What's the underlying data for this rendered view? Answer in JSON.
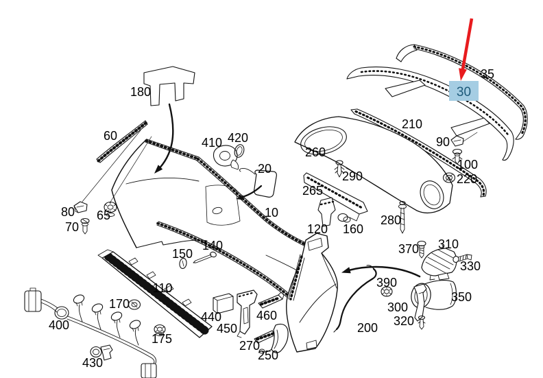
{
  "diagram": {
    "background_color": "#ffffff",
    "art_color": "#111111",
    "selection": {
      "selected_part_number": "30",
      "highlight_color": "#a5cde3",
      "highlight_text_color": "#1d5a7a",
      "arrow_color": "#e81b1e"
    },
    "part_labels": {
      "n10": "10",
      "n20": "20",
      "n30": "30",
      "n35": "35",
      "n60": "60",
      "n65": "65",
      "n70": "70",
      "n80": "80",
      "n90": "90",
      "n100": "100",
      "n110": "110",
      "n120": "120",
      "n140": "140",
      "n150": "150",
      "n160": "160",
      "n170": "170",
      "n175": "175",
      "n180": "180",
      "n200": "200",
      "n210": "210",
      "n220": "220",
      "n250": "250",
      "n260": "260",
      "n265": "265",
      "n270": "270",
      "n280": "280",
      "n290": "290",
      "n300": "300",
      "n310": "310",
      "n320": "320",
      "n330": "330",
      "n350": "350",
      "n370": "370",
      "n390": "390",
      "n400": "400",
      "n410": "410",
      "n420": "420",
      "n430": "430",
      "n440": "440",
      "n450": "450",
      "n460": "460"
    }
  }
}
